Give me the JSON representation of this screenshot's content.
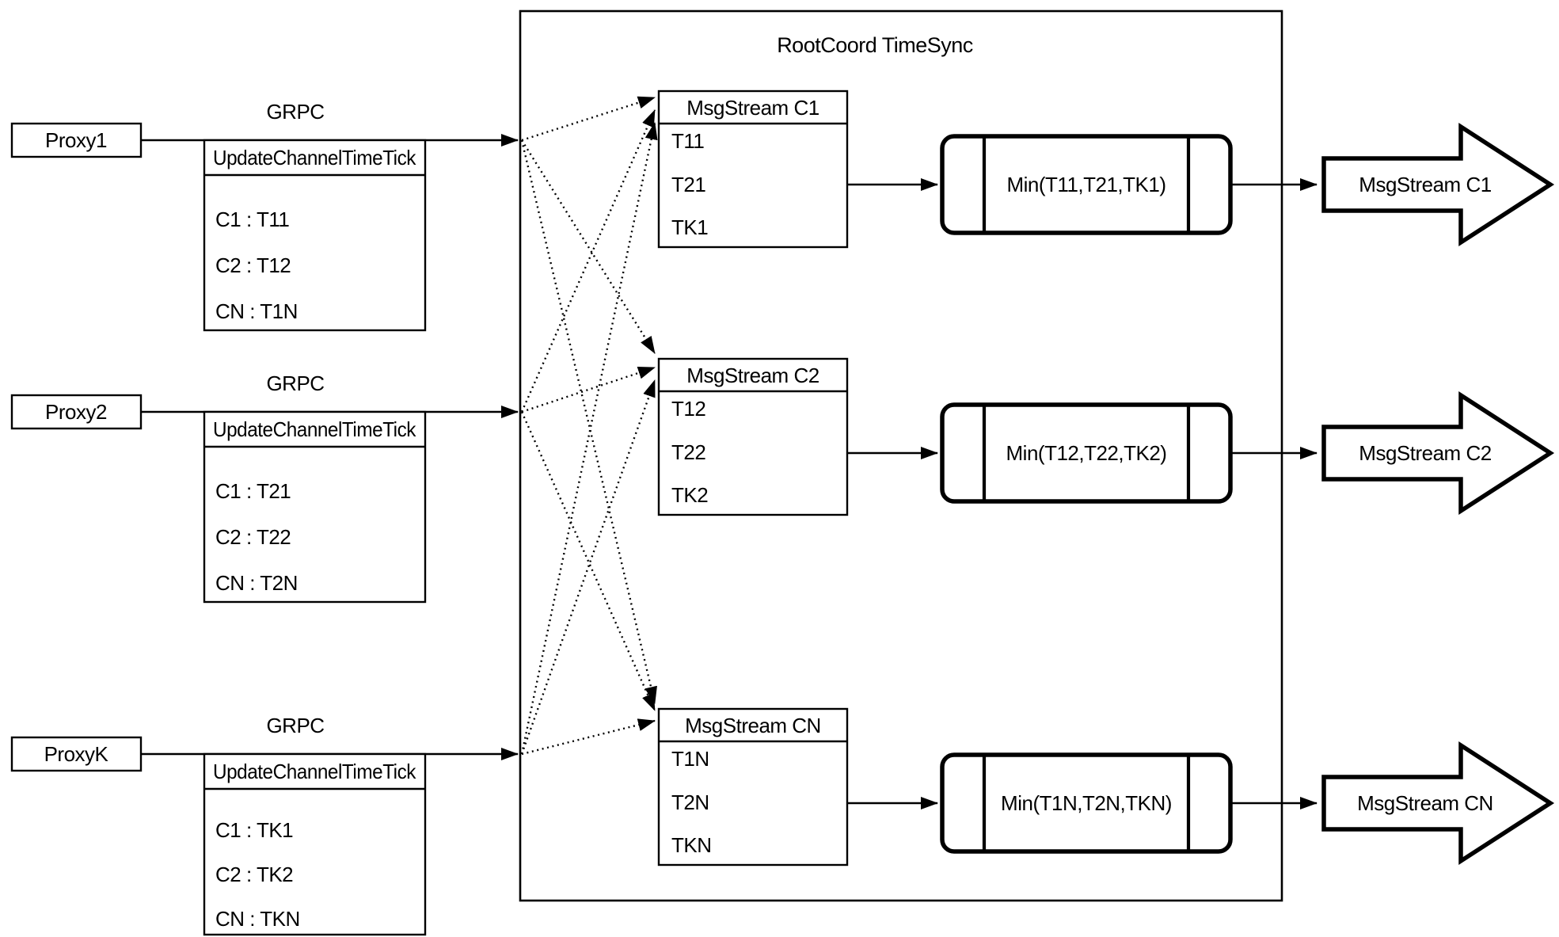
{
  "diagram": {
    "title": "RootCoord TimeSync",
    "colors": {
      "stroke": "#000000",
      "background": "#ffffff"
    },
    "proxies": [
      {
        "name": "Proxy1",
        "protocol": "GRPC",
        "request": {
          "title": "UpdateChannelTimeTick",
          "rows": [
            "C1 : T11",
            "C2 : T12",
            "CN : T1N"
          ]
        }
      },
      {
        "name": "Proxy2",
        "protocol": "GRPC",
        "request": {
          "title": "UpdateChannelTimeTick",
          "rows": [
            "C1 : T21",
            "C2 : T22",
            "CN : T2N"
          ]
        }
      },
      {
        "name": "ProxyK",
        "protocol": "GRPC",
        "request": {
          "title": "UpdateChannelTimeTick",
          "rows": [
            "C1 : TK1",
            "C2 : TK2",
            "CN : TKN"
          ]
        }
      }
    ],
    "channels": [
      {
        "stream": {
          "title": "MsgStream C1",
          "rows": [
            "T11",
            "T21",
            "TK1"
          ]
        },
        "min": "Min(T11,T21,TK1)",
        "output": "MsgStream C1"
      },
      {
        "stream": {
          "title": "MsgStream C2",
          "rows": [
            "T12",
            "T22",
            "TK2"
          ]
        },
        "min": "Min(T12,T22,TK2)",
        "output": "MsgStream C2"
      },
      {
        "stream": {
          "title": "MsgStream CN",
          "rows": [
            "T1N",
            "T2N",
            "TKN"
          ]
        },
        "min": "Min(T1N,T2N,TKN)",
        "output": "MsgStream CN"
      }
    ]
  }
}
